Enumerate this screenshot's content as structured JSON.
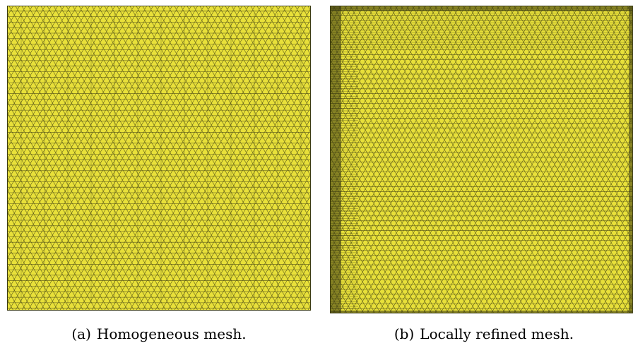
{
  "figure": {
    "panels": [
      {
        "label": "(a)",
        "caption": "Homogeneous mesh.",
        "mesh_type": "homogeneous"
      },
      {
        "label": "(b)",
        "caption": "Locally refined mesh.",
        "mesh_type": "locally-refined"
      }
    ],
    "colors": {
      "mesh_fill": "#e8e03a",
      "mesh_edge": "#3a3a12",
      "background": "#ffffff"
    }
  }
}
